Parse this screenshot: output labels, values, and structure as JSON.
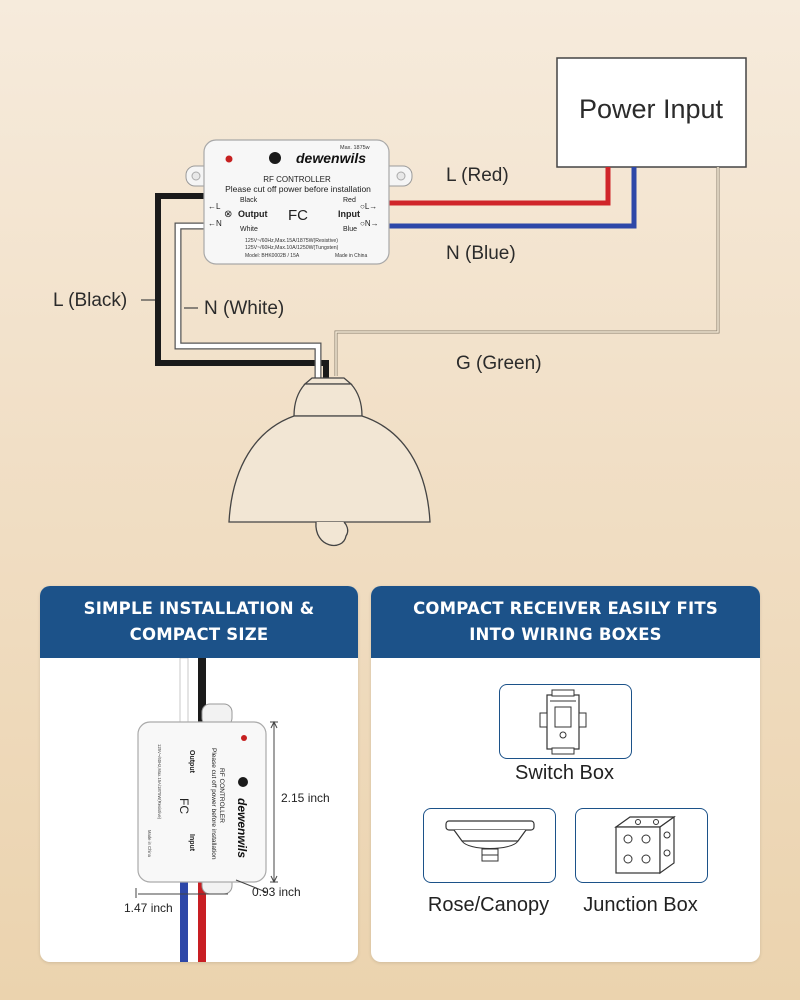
{
  "diagram": {
    "power_input": "Power Input",
    "wire_l_red": "L (Red)",
    "wire_n_blue": "N (Blue)",
    "wire_l_black": "L (Black)",
    "wire_n_white": "N (White)",
    "wire_g_green": "G (Green)",
    "controller": {
      "brand": "dewenwils",
      "max_label": "Max. 1875w",
      "title": "RF CONTROLLER",
      "warning": "Please cut off power before installation",
      "black": "Black",
      "output": "Output",
      "white": "White",
      "red": "Red",
      "input": "Input",
      "blue": "Blue",
      "l_left": "←L",
      "n_left": "←N",
      "l_right": "○L→",
      "n_right": "○N→",
      "fc": "FC",
      "spec1": "125V~/60Hz,Max.15A/1875W(Resistive)",
      "spec2": "125V~/60Hz,Max.10A/1250W(Tungsten)",
      "model": "Model: BHK0002B / 15A",
      "made_in": "Made in China"
    },
    "colors": {
      "red_wire": "#d0262a",
      "blue_wire": "#2d47a8",
      "black_wire": "#1a1a1a",
      "white_wire": "#ffffff",
      "green_wire": "#f3e7d4"
    }
  },
  "cards": {
    "left": {
      "title_line1": "SIMPLE INSTALLATION &",
      "title_line2": "COMPACT SIZE",
      "dim_height": "2.15 inch",
      "dim_depth": "0.93 inch",
      "dim_width": "1.47 inch"
    },
    "right": {
      "title_line1": "COMPACT RECEIVER EASILY FITS",
      "title_line2": "INTO WIRING BOXES",
      "boxes": [
        {
          "label": "Switch Box",
          "icon": "switch-box-icon"
        },
        {
          "label": "Rose/Canopy",
          "icon": "rose-canopy-icon"
        },
        {
          "label": "Junction Box",
          "icon": "junction-box-icon"
        }
      ]
    },
    "header_color": "#1c5289"
  }
}
